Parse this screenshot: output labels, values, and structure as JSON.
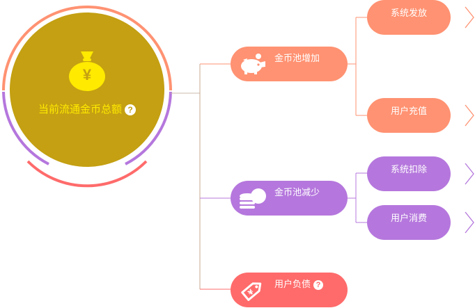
{
  "root": {
    "label": "当前流通金币总额",
    "help": "?",
    "currency_symbol": "¥"
  },
  "nodes": {
    "increase": {
      "label": "金币池增加"
    },
    "decrease": {
      "label": "金币池减少"
    },
    "debt": {
      "label": "用户负债",
      "help": "?"
    }
  },
  "children": {
    "system_issue": {
      "label": "系统发放"
    },
    "user_recharge": {
      "label": "用户充值"
    },
    "system_deduct": {
      "label": "系统扣除"
    },
    "user_spend": {
      "label": "用户消费"
    }
  },
  "icons": {
    "root": "money-bag-icon",
    "increase": "piggy-bank-icon",
    "decrease": "coin-stack-icon",
    "debt": "price-tag-icon",
    "expand": "chevron-right-icon"
  },
  "colors": {
    "gold": "#C4A012",
    "orange": "#FF9272",
    "purple": "#B577DD",
    "red": "#FF6B6B",
    "bag": "#FFEA00"
  }
}
